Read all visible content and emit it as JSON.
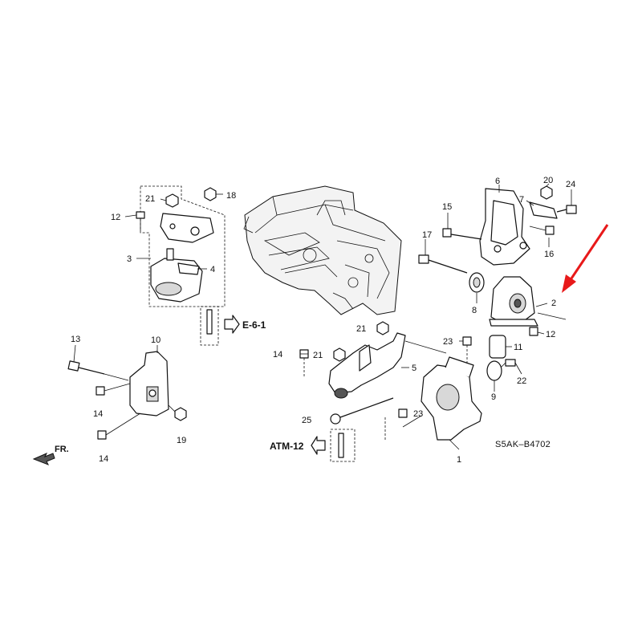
{
  "callouts": {
    "c1": "1",
    "c2": "2",
    "c3": "3",
    "c4": "4",
    "c5": "5",
    "c6": "6",
    "c7": "7",
    "c8": "8",
    "c9": "9",
    "c10": "10",
    "c11": "11",
    "c12a": "12",
    "c12b": "12",
    "c13": "13",
    "c14a": "14",
    "c14b": "14",
    "c14c": "14",
    "c15": "15",
    "c16": "16",
    "c17": "17",
    "c18": "18",
    "c19": "19",
    "c20": "20",
    "c21a": "21",
    "c21b": "21",
    "c21c": "21",
    "c22": "22",
    "c23a": "23",
    "c23b": "23",
    "c24": "24",
    "c25": "25"
  },
  "references": {
    "e61": "E-6-1",
    "atm12": "ATM-12"
  },
  "front_label": "FR.",
  "diagram_code": "S5AK–B4702",
  "colors": {
    "arrow": "#e8191a",
    "line": "#111111"
  }
}
